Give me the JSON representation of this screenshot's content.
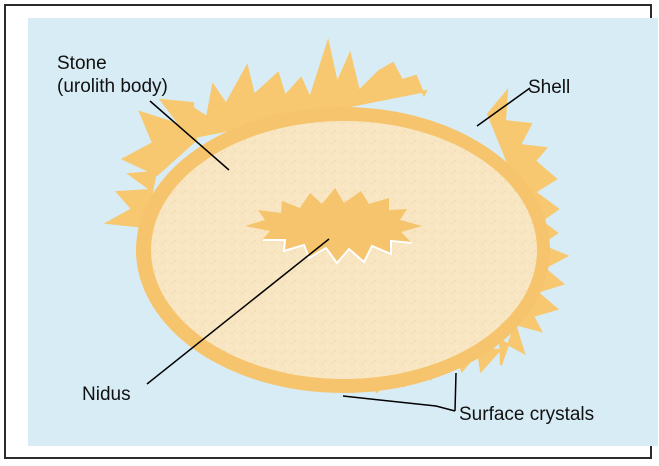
{
  "diagram": {
    "labels": {
      "stone": "Stone\n(urolith body)",
      "shell": "Shell",
      "nidus": "Nidus",
      "surface_crystals": "Surface crystals"
    },
    "colors": {
      "background": "#d8ecf5",
      "body_fill": "#f8e5c1",
      "shell_fill": "#f6c46c",
      "crystal_fill": "#f7c870",
      "leader_line": "#000000"
    }
  }
}
